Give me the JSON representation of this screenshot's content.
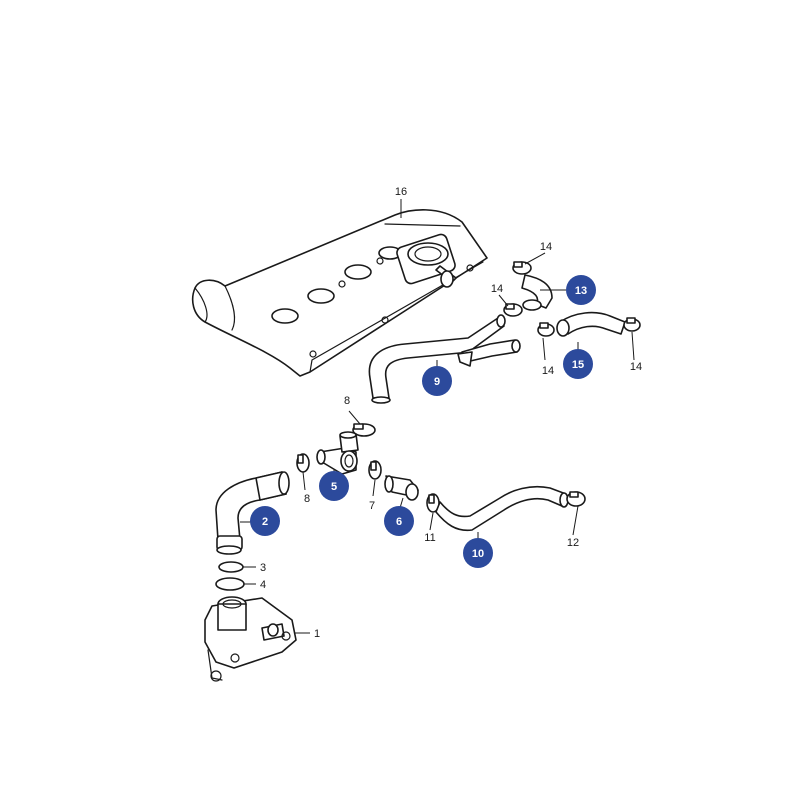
{
  "diagram": {
    "callout_color": "#2c4a9c",
    "highlighted_parts": [
      {
        "id": "p2",
        "label": "2"
      },
      {
        "id": "p5",
        "label": "5"
      },
      {
        "id": "p6",
        "label": "6"
      },
      {
        "id": "p9",
        "label": "9"
      },
      {
        "id": "p10",
        "label": "10"
      },
      {
        "id": "p13",
        "label": "13"
      },
      {
        "id": "p15",
        "label": "15"
      }
    ],
    "plain_labels": [
      {
        "id": "l16",
        "label": "16"
      },
      {
        "id": "l14a",
        "label": "14"
      },
      {
        "id": "l14b",
        "label": "14"
      },
      {
        "id": "l14c",
        "label": "14"
      },
      {
        "id": "l14d",
        "label": "14"
      },
      {
        "id": "l8a",
        "label": "8"
      },
      {
        "id": "l8b",
        "label": "8"
      },
      {
        "id": "l7",
        "label": "7"
      },
      {
        "id": "l11",
        "label": "11"
      },
      {
        "id": "l12",
        "label": "12"
      },
      {
        "id": "l3",
        "label": "3"
      },
      {
        "id": "l4",
        "label": "4"
      },
      {
        "id": "l1",
        "label": "1"
      }
    ]
  }
}
